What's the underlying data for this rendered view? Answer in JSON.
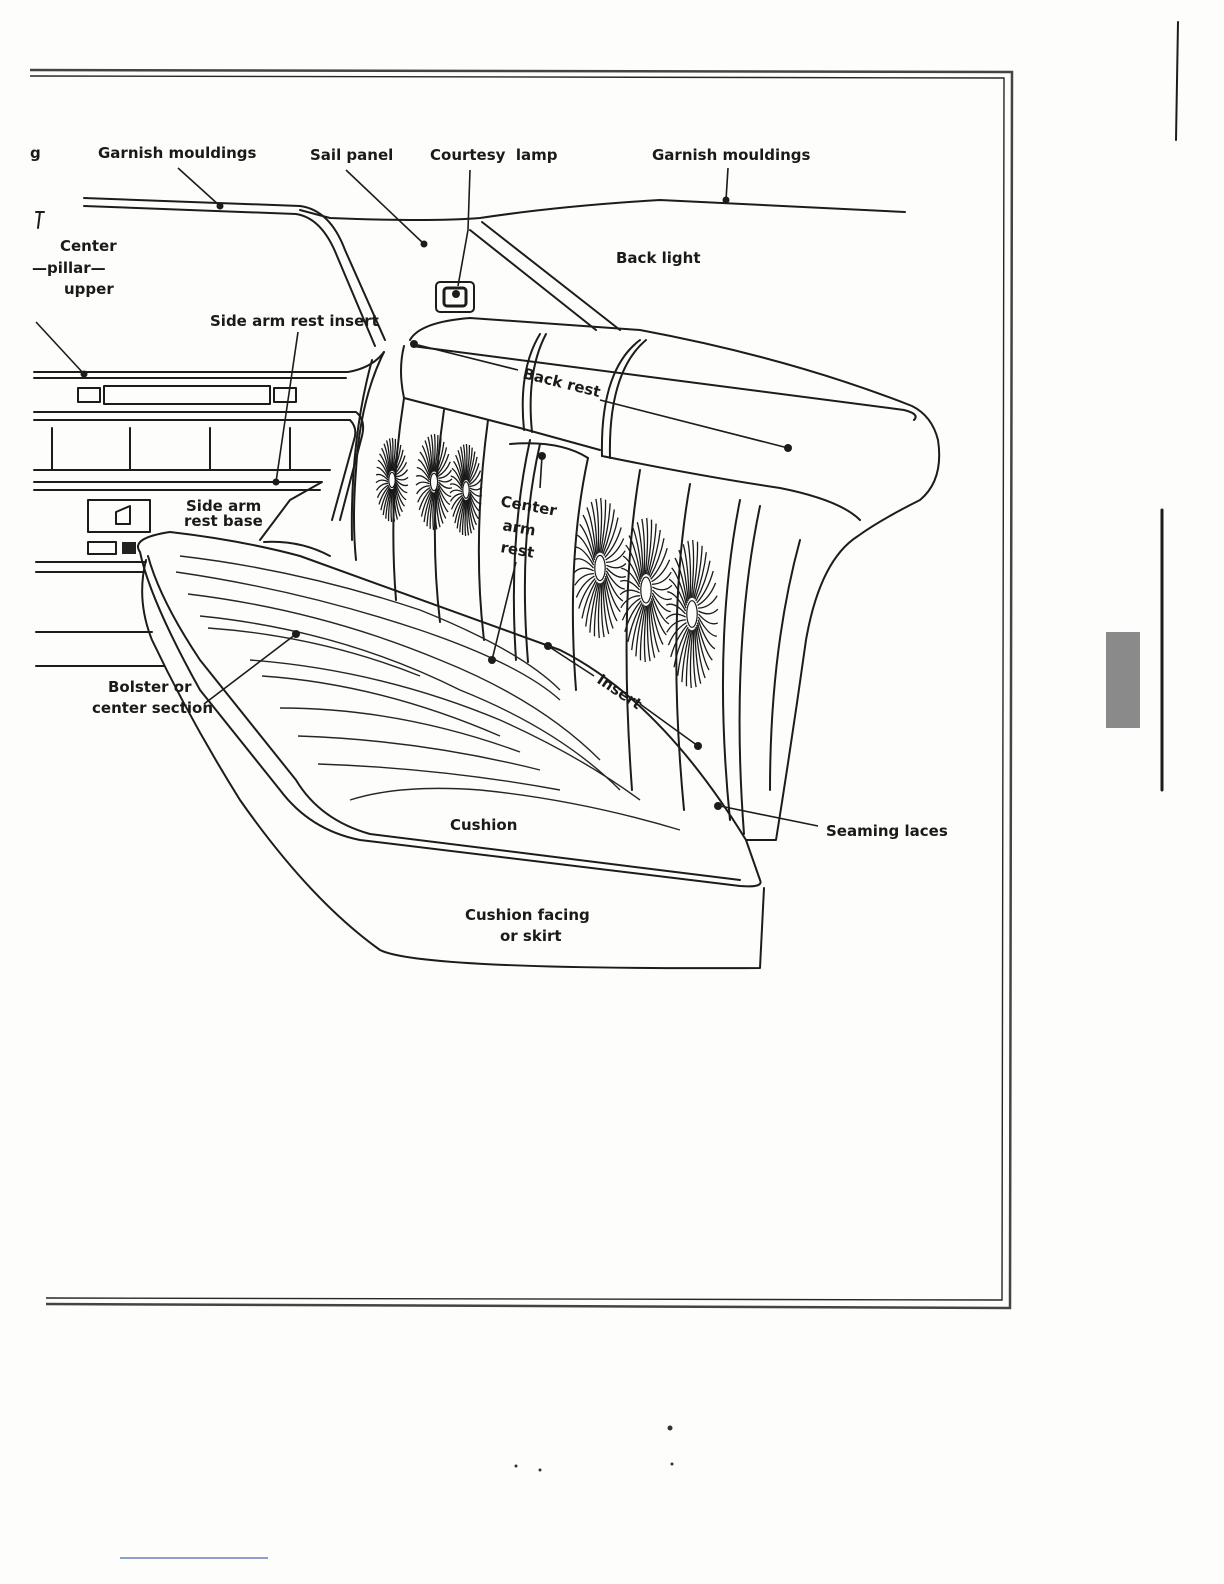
{
  "labels": {
    "garnish_left": "Garnish mouldings",
    "sail_panel": "Sail panel",
    "courtesy_lamp": "Courtesy  lamp",
    "garnish_right": "Garnish mouldings",
    "center_pillar_1": "Center",
    "center_pillar_2": "—pillar—",
    "center_pillar_3": "upper",
    "back_light": "Back light",
    "side_arm_rest_insert": "Side arm rest insert",
    "back_rest": "Back rest",
    "side_arm_base_1": "Side arm",
    "side_arm_base_2": "rest base",
    "center_arm_1": "Center",
    "center_arm_2": "arm",
    "center_arm_3": "rest",
    "bolster_1": "Bolster or",
    "bolster_2": "center section",
    "insert": "Insert",
    "cushion": "Cushion",
    "seaming_laces": "Seaming laces",
    "cushion_facing_1": "Cushion facing",
    "cushion_facing_2": "or skirt",
    "edge_mark": "g"
  }
}
